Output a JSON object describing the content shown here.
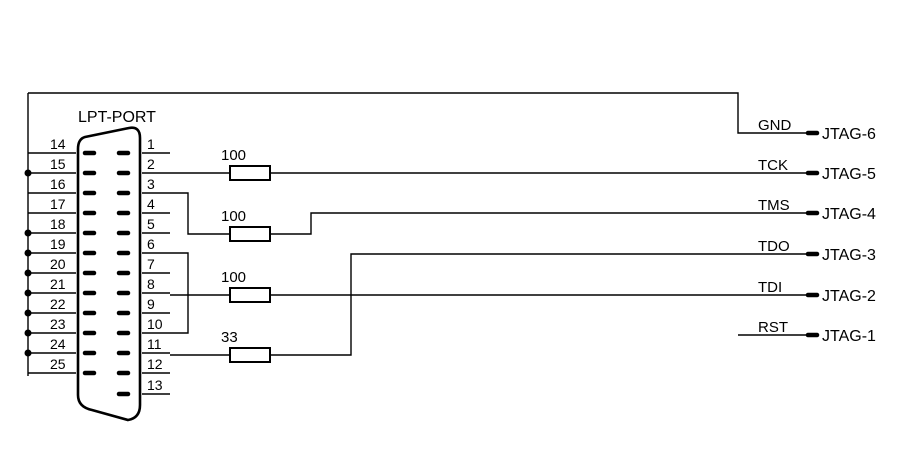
{
  "connector": {
    "title": "LPT-PORT",
    "left_pins": [
      "14",
      "15",
      "16",
      "17",
      "18",
      "19",
      "20",
      "21",
      "22",
      "23",
      "24",
      "25"
    ],
    "right_pins": [
      "1",
      "2",
      "3",
      "4",
      "5",
      "6",
      "7",
      "8",
      "9",
      "10",
      "11",
      "12",
      "13"
    ]
  },
  "resistors": [
    {
      "value": "100"
    },
    {
      "value": "100"
    },
    {
      "value": "100"
    },
    {
      "value": "33"
    }
  ],
  "jtag": [
    {
      "signal": "GND",
      "pin": "JTAG-6"
    },
    {
      "signal": "TCK",
      "pin": "JTAG-5"
    },
    {
      "signal": "TMS",
      "pin": "JTAG-4"
    },
    {
      "signal": "TDO",
      "pin": "JTAG-3"
    },
    {
      "signal": "TDI",
      "pin": "JTAG-2"
    },
    {
      "signal": "RST",
      "pin": "JTAG-1"
    }
  ]
}
